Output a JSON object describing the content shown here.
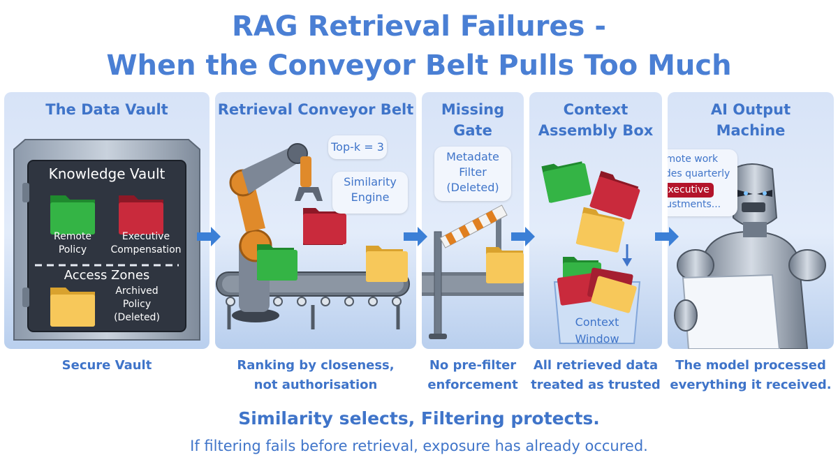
{
  "title": {
    "line1": "RAG Retrieval Failures -",
    "line2": "When the Conveyor Belt Pulls Too Much"
  },
  "panels": {
    "vault": {
      "title": "The Data Vault",
      "vault_heading": "Knowledge Vault",
      "folder_remote": "Remote\nPolicy",
      "folder_exec": "Executive\nCompensation",
      "access_heading": "Access Zones",
      "folder_archived": "Archived\nPolicy\n(Deleted)",
      "caption": "Secure Vault"
    },
    "conveyor": {
      "title": "Retrieval Conveyor Belt",
      "topk": "Top-k = 3",
      "engine": "Similarity\nEngine",
      "caption": "Ranking by closeness,\nnot authorisation"
    },
    "gate": {
      "title": "Missing\nGate",
      "filter": "Metadate\nFilter\n(Deleted)",
      "caption": "No pre-filter\nenforcement"
    },
    "context": {
      "title": "Context\nAssembly Box",
      "window": "Context\nWindow",
      "caption": "All retrieved data\ntreated as trusted"
    },
    "output": {
      "title": "AI Output\nMachine",
      "speech_1": "Remote work\nincludes quarterly",
      "speech_highlight": "executive",
      "speech_2": "adjustments...",
      "caption": "The model processed\neverything it received."
    }
  },
  "footer": {
    "line1": "Similarity selects, Filtering protects.",
    "line2": "If filtering fails before retrieval, exposure has already occured."
  },
  "colors": {
    "accent": "#4a7fd4",
    "folder_green": "#2eaa3c",
    "folder_red": "#c0283a",
    "folder_yellow": "#f5c04a",
    "highlight_red": "#b3142a"
  }
}
